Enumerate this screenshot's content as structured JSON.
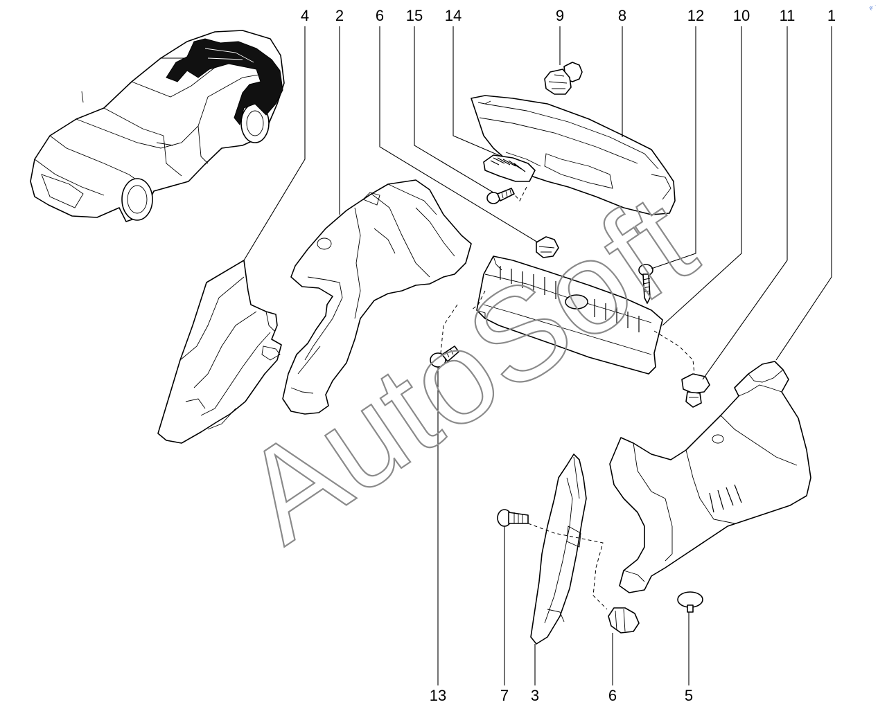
{
  "diagram": {
    "callouts": [
      {
        "label": "4"
      },
      {
        "label": "2"
      },
      {
        "label": "6"
      },
      {
        "label": "15"
      },
      {
        "label": "14"
      },
      {
        "label": "9"
      },
      {
        "label": "8"
      },
      {
        "label": "12"
      },
      {
        "label": "10"
      },
      {
        "label": "11"
      },
      {
        "label": "1"
      },
      {
        "label": "13"
      },
      {
        "label": "7"
      },
      {
        "label": "3"
      },
      {
        "label": "6"
      },
      {
        "label": "5"
      }
    ],
    "watermark": "AutoSoft",
    "corner_mark": "p· ·"
  },
  "colors": {
    "line": "#000000",
    "watermark": "#8a8a8a",
    "background": "#ffffff"
  }
}
